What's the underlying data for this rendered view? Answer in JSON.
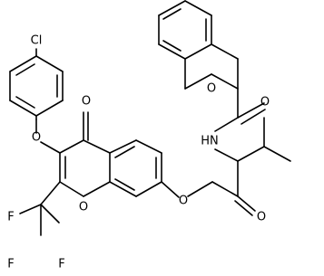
{
  "molecule": {
    "atom_labels": {
      "chlorine": "Cl",
      "ring_ether_oxygen_top": "O",
      "ketone_oxygen": "O",
      "chromone_ring_oxygen": "O",
      "ester_oxygen": "O",
      "ester_carbonyl_oxygen": "O",
      "carbamate_ether_oxygen": "O",
      "carbamate_carbonyl_oxygen": "O",
      "amine": "HN",
      "fluorine_left": "F",
      "fluorine_bottom_left": "F",
      "fluorine_bottom": "F"
    }
  }
}
